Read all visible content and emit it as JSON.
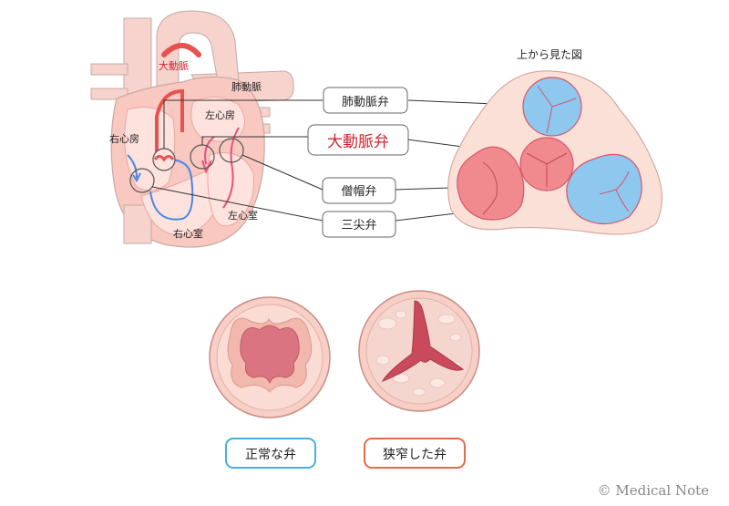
{
  "heart_labels": {
    "aorta": "大動脈",
    "pulmonary_artery": "肺動脈",
    "right_atrium": "右心房",
    "left_atrium": "左心房",
    "left_ventricle": "左心室",
    "right_ventricle": "右心室"
  },
  "top_view_label": "上から見た図",
  "valve_labels": {
    "pulmonary_valve": "肺動脈弁",
    "aortic_valve": "大動脈弁",
    "mitral_valve": "僧帽弁",
    "tricuspid_valve": "三尖弁"
  },
  "comparison": {
    "normal_label": "正常な弁",
    "stenosis_label": "狭窄した弁"
  },
  "copyright": "© Medical Note",
  "colors": {
    "aortic_label": "#d2242e",
    "normal_border": "#4aaee0",
    "stenosis_border": "#e56a4a",
    "heart_pink": "#f7c9c2",
    "blue_valve": "#8ec8ef",
    "red_valve": "#f08a8e",
    "blue_flow": "#4a86e8",
    "red_flow": "#e8507a"
  }
}
